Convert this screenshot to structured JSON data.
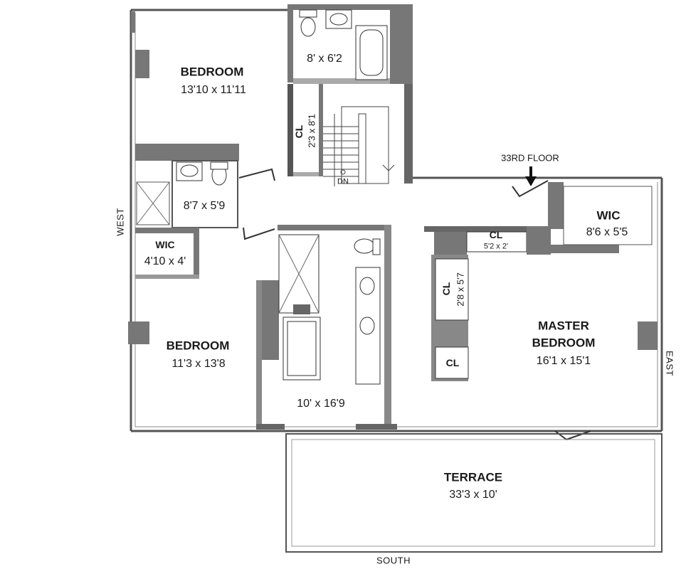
{
  "plan": {
    "floor_label": "33RD FLOOR",
    "stair_label": "DN",
    "compass": {
      "west": "WEST",
      "east": "EAST",
      "south": "SOUTH"
    },
    "rooms": {
      "bedroom_top": {
        "name": "BEDROOM",
        "size": "13'10 x 11'11"
      },
      "bath_top": {
        "size": "8' x 6'2"
      },
      "closet_top": {
        "name": "CL",
        "size": "2'3 x 8'1"
      },
      "bath_small": {
        "size": "8'7 x 5'9"
      },
      "wic_west": {
        "name": "WIC",
        "size": "4'10 x 4'"
      },
      "bedroom_bottom": {
        "name": "BEDROOM",
        "size": "11'3 x 13'8"
      },
      "bath_main": {
        "size": "10' x 16'9"
      },
      "closet_master_a": {
        "name": "CL",
        "size": "5'2 x 2'"
      },
      "wic_master": {
        "name": "WIC",
        "size": "8'6 x 5'5"
      },
      "closet_master_b": {
        "name": "CL",
        "size": "2'8 x 5'7"
      },
      "closet_master_c": {
        "name": "CL"
      },
      "master_bedroom": {
        "name_line1": "MASTER",
        "name_line2": "BEDROOM",
        "size": "16'1 x 15'1"
      },
      "terrace": {
        "name": "TERRACE",
        "size": "33'3 x 10'"
      }
    }
  }
}
